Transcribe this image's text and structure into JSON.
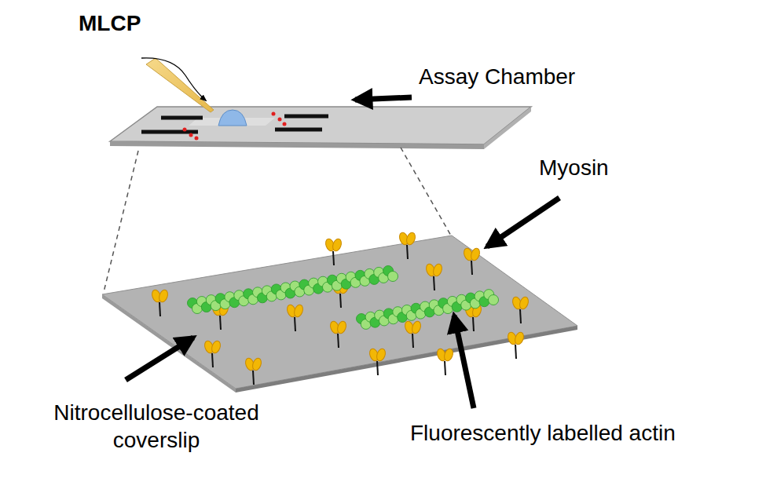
{
  "diagram": {
    "labels": [
      "MLCP",
      "Assay Chamber",
      "Myosin",
      "Nitrocellulose-coated coverslip",
      "Fluorescently labelled actin"
    ]
  }
}
